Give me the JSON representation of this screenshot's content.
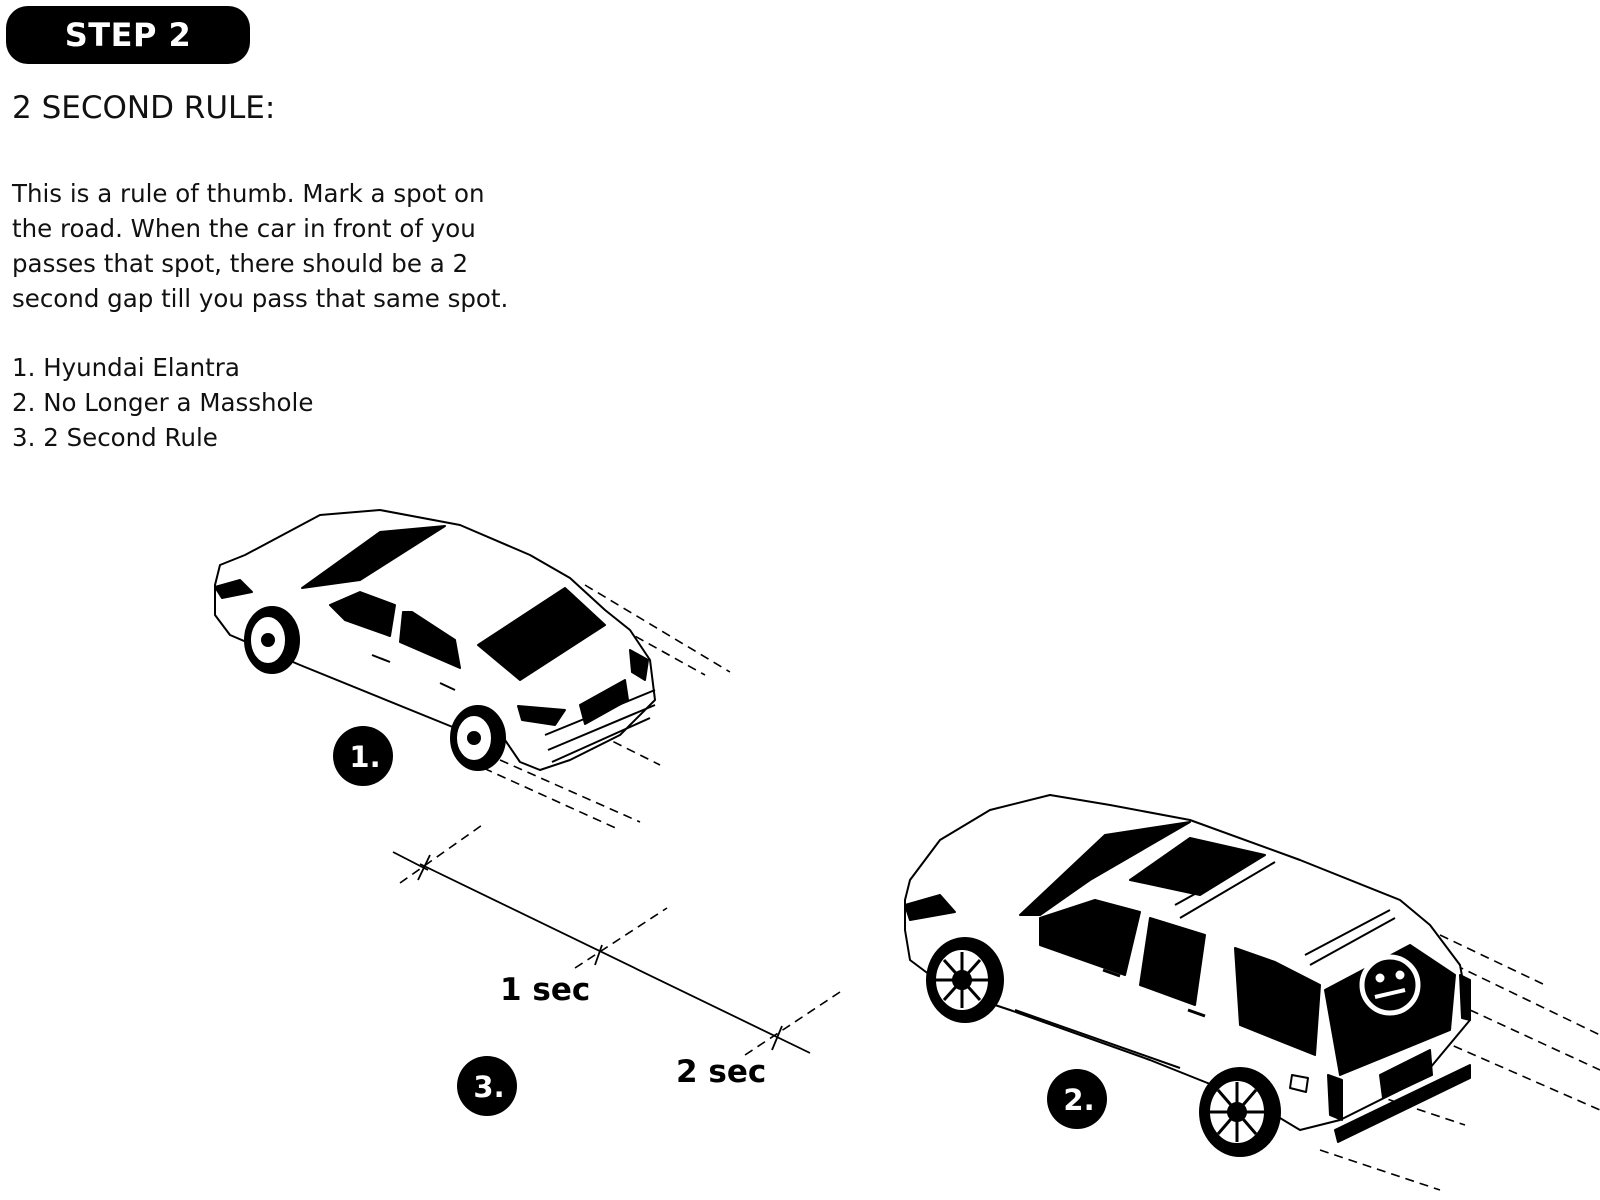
{
  "header": {
    "step": "STEP 2",
    "title": "2 SECOND RULE:"
  },
  "description": "This is a rule of thumb. Mark a spot on the road. When the car in front of you passes that spot, there should be a 2 second gap till you pass that same spot.",
  "legend": [
    {
      "number": "1.",
      "label": "Hyundai Elantra"
    },
    {
      "number": "2.",
      "label": "No Longer a Masshole"
    },
    {
      "number": "3.",
      "label": "2 Second Rule"
    }
  ],
  "diagram": {
    "badges": [
      "1.",
      "2.",
      "3."
    ],
    "gap_labels": [
      "1 sec",
      "2 sec"
    ]
  },
  "colors": {
    "ink": "#000000",
    "paper": "#ffffff"
  }
}
